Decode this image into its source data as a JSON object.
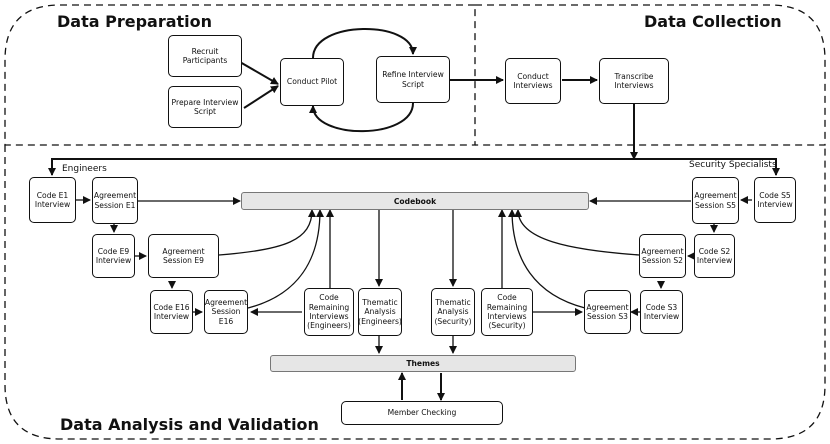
{
  "sections": {
    "preparation": "Data Preparation",
    "collection": "Data Collection",
    "analysis": "Data Analysis and Validation"
  },
  "lanes": {
    "engineers": "Engineers",
    "security": "Security Specialists"
  },
  "nodes": {
    "recruit": "Recruit\nParticipants",
    "prepare_script": "Prepare Interview\nScript",
    "conduct_pilot": "Conduct Pilot",
    "refine_script": "Refine Interview\nScript",
    "conduct_interviews": "Conduct\nInterviews",
    "transcribe": "Transcribe\nInterviews",
    "code_e1": "Code E1\nInterview",
    "agree_e1": "Agreement\nSession E1",
    "code_e9": "Code E9\nInterview",
    "agree_e9": "Agreement\nSession E9",
    "code_e16": "Code E16\nInterview",
    "agree_e16": "Agreement\nSession E16",
    "code_rem_eng": "Code\nRemaining\nInterviews\n(Engineers)",
    "thematic_eng": "Thematic\nAnalysis\n(Engineers)",
    "thematic_sec": "Thematic\nAnalysis\n(Security)",
    "code_rem_sec": "Code\nRemaining\nInterviews\n(Security)",
    "agree_s3": "Agreement\nSession S3",
    "code_s3": "Code S3\nInterview",
    "agree_s2": "Agreement\nSession S2",
    "code_s2": "Code S2\nInterview",
    "agree_s5": "Agreement\nSession S5",
    "code_s5": "Code S5\nInterview",
    "member_checking": "Member Checking"
  },
  "bars": {
    "codebook": "Codebook",
    "themes": "Themes"
  }
}
